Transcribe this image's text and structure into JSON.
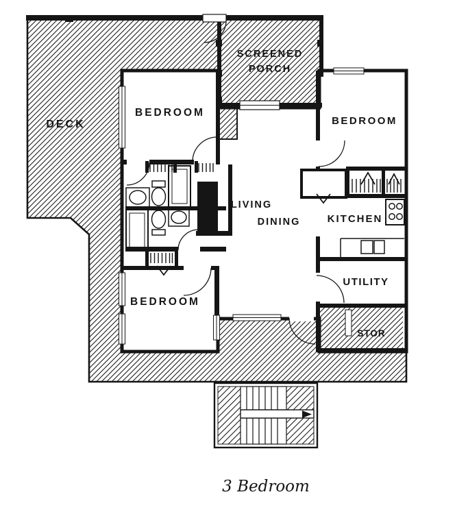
{
  "plan": {
    "caption": "3 Bedroom",
    "labels": {
      "deck": "DECK",
      "porch_line1": "SCREENED",
      "porch_line2": "PORCH",
      "bedroom_top_left": "BEDROOM",
      "bedroom_right": "BEDROOM",
      "bedroom_bottom": "BEDROOM",
      "living": "LIVING",
      "dining": "DINING",
      "kitchen": "KITCHEN",
      "utility": "UTILITY",
      "storage": "STOR"
    },
    "colors": {
      "ink": "#151515",
      "paper": "#ffffff"
    }
  }
}
